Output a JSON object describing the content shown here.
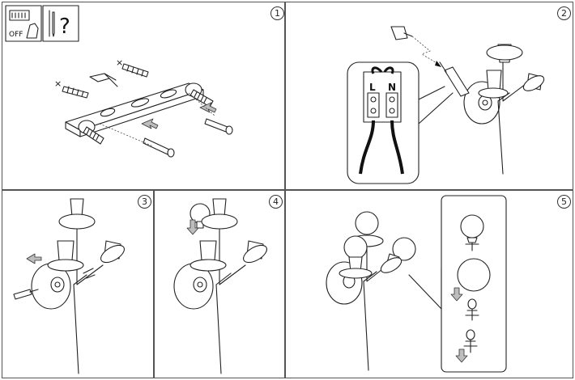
{
  "panel1": {
    "step": "1",
    "switch_label": "OFF",
    "warning_text": "?"
  },
  "panel2": {
    "step": "2",
    "terminal_left": "L",
    "terminal_right": "N"
  },
  "panel3": {
    "step": "3"
  },
  "panel4": {
    "step": "4"
  },
  "panel5": {
    "step": "5"
  }
}
